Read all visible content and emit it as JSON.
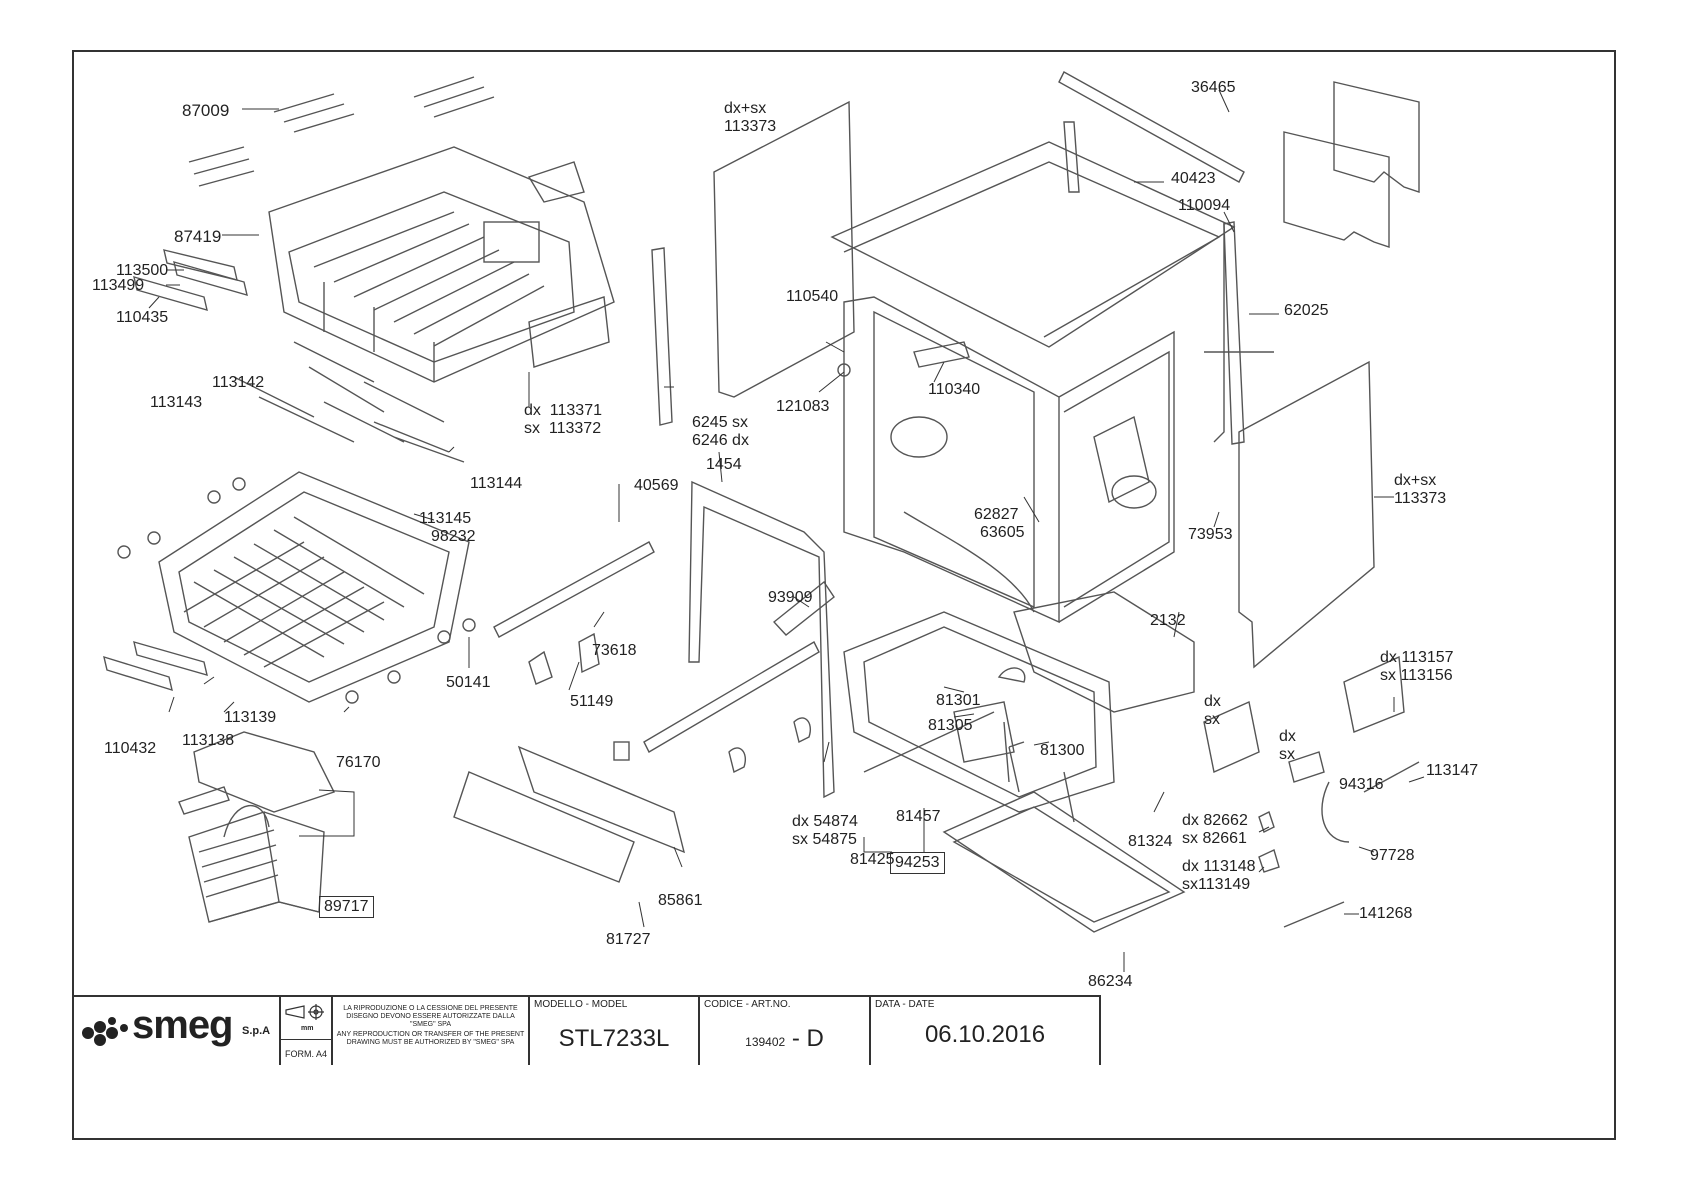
{
  "title_block": {
    "brand": "smeg",
    "company_suffix": "S.p.A",
    "unit_mark": "mm",
    "format": "FORM. A4",
    "notice_it": "LA RIPRODUZIONE O LA CESSIONE DEL PRESENTE DISEGNO DEVONO ESSERE AUTORIZZATE DALLA \"SMEG\" SPA",
    "notice_en": "ANY REPRODUCTION OR TRANSFER OF THE PRESENT DRAWING MUST BE AUTHORIZED BY \"SMEG\" SPA",
    "model_caption": "MODELLO - MODEL",
    "model_value": "STL7233L",
    "code_caption": "CODICE - ART.NO.",
    "code_number": "139402",
    "code_revision": "- D",
    "date_caption": "DATA - DATE",
    "date_value": "06.10.2016"
  },
  "colors": {
    "line": "#333333",
    "part": "#555555",
    "background": "#ffffff"
  },
  "parts": [
    "87009",
    "87419",
    "113500",
    "113499",
    "110435",
    "113142",
    "113143",
    "113144",
    "113145",
    "98232",
    "113139",
    "110432",
    "113138",
    "76170",
    "89717",
    "dx  113371",
    "sx  113372",
    "6245 sx",
    "6246 dx",
    "40569",
    "73618",
    "50141",
    "51149",
    "1454",
    "93909",
    "dx 54874",
    "sx 54875",
    "85861",
    "81727",
    "dx+sx\n113373",
    "110540",
    "121083",
    "110340",
    "62827",
    "63605",
    "81301",
    "81305",
    "81300",
    "81457",
    "81425",
    "94253",
    "81324",
    "2132",
    "86234",
    "36465",
    "40423",
    "110094",
    "62025",
    "73953",
    "dx+sx\n113373",
    "dx 113157\nsx 113156",
    "dx\nsx",
    "dx\nsx",
    "113147",
    "94316",
    "97728",
    "141268",
    "dx 82662\nsx 82661",
    "dx 113148\nsx113149"
  ]
}
